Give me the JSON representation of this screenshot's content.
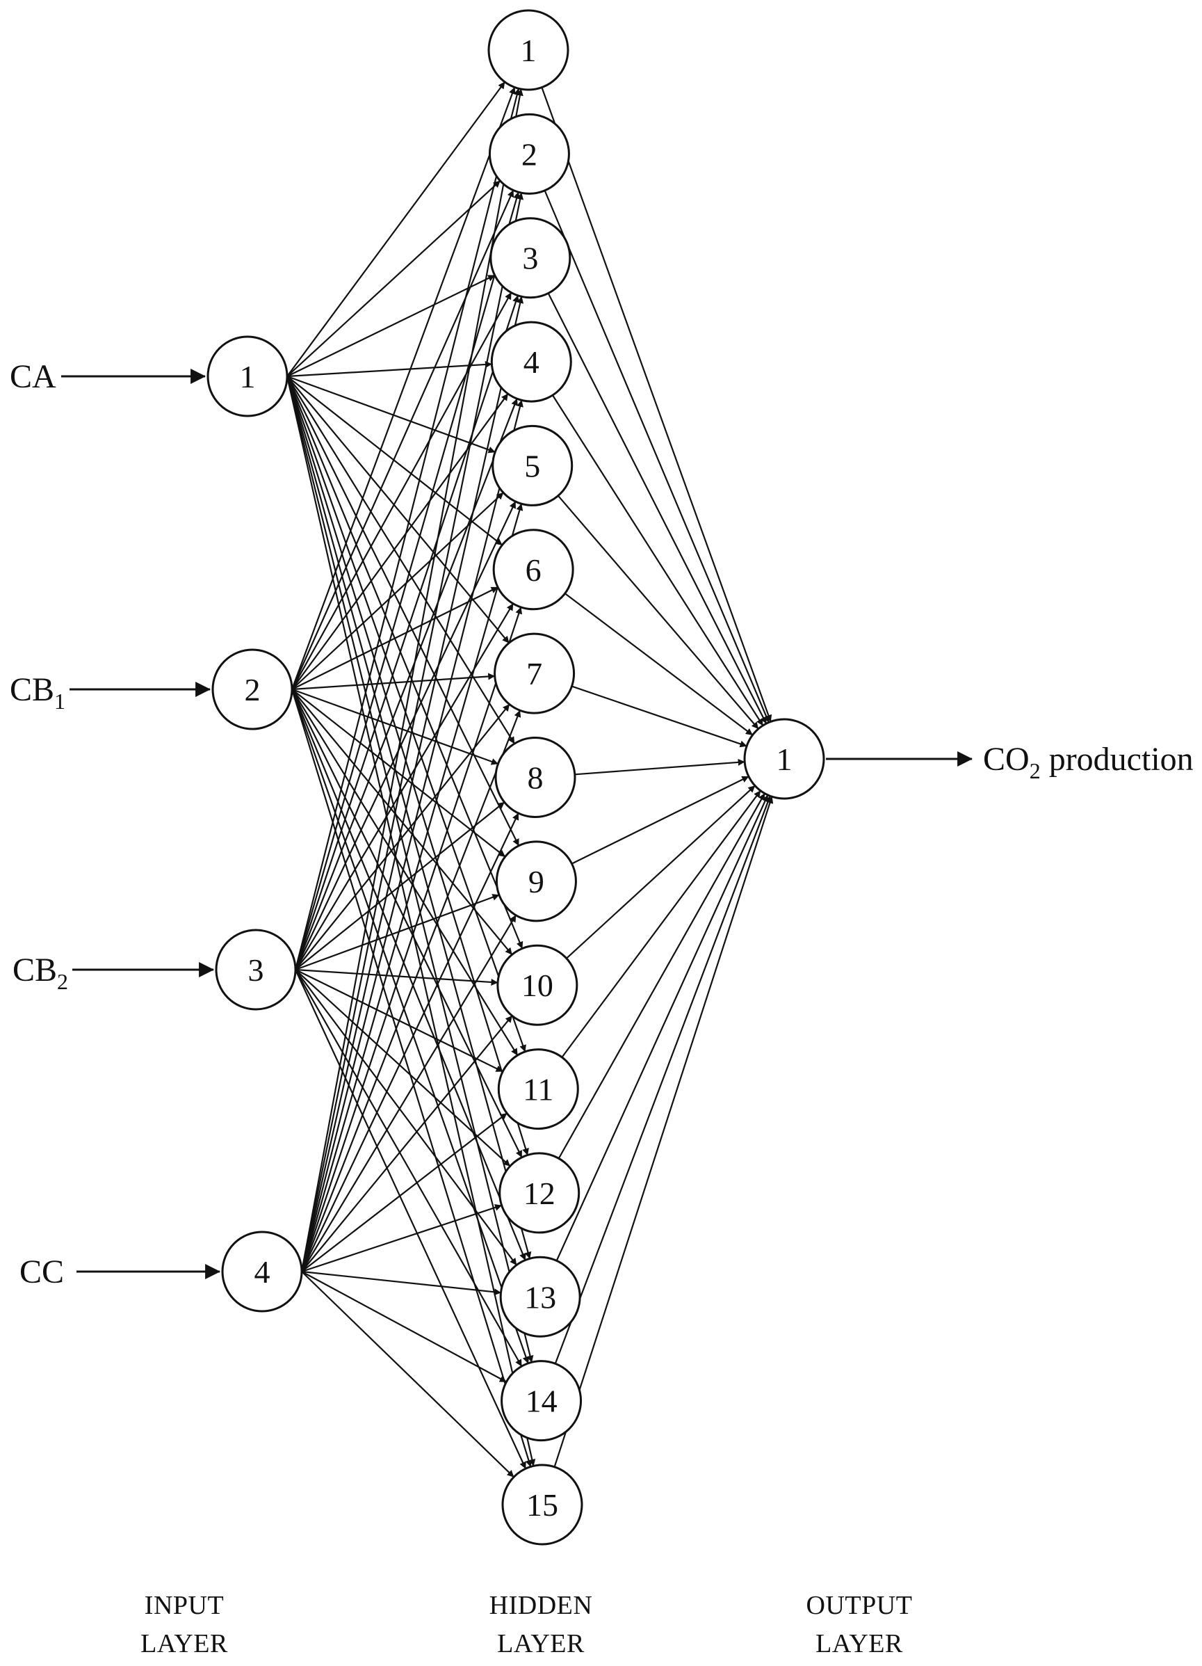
{
  "diagram": {
    "inputs": [
      {
        "name": "CA",
        "sub": "",
        "node": "1"
      },
      {
        "name": "CB",
        "sub": "1",
        "node": "2"
      },
      {
        "name": "CB",
        "sub": "2",
        "node": "3"
      },
      {
        "name": "CC",
        "sub": "",
        "node": "4"
      }
    ],
    "hidden_nodes": [
      "1",
      "2",
      "3",
      "4",
      "5",
      "6",
      "7",
      "8",
      "9",
      "10",
      "11",
      "12",
      "13",
      "14",
      "15"
    ],
    "output": {
      "node": "1",
      "label_prefix": "CO",
      "label_sub": "2",
      "label_suffix": " production"
    },
    "layer_captions": {
      "input": [
        "INPUT",
        "LAYER"
      ],
      "hidden": [
        "HIDDEN",
        "LAYER"
      ],
      "output": [
        "OUTPUT",
        "LAYER"
      ]
    },
    "colors": {
      "stroke": "#111111",
      "node_fill": "#ffffff",
      "background": "#ffffff"
    }
  }
}
